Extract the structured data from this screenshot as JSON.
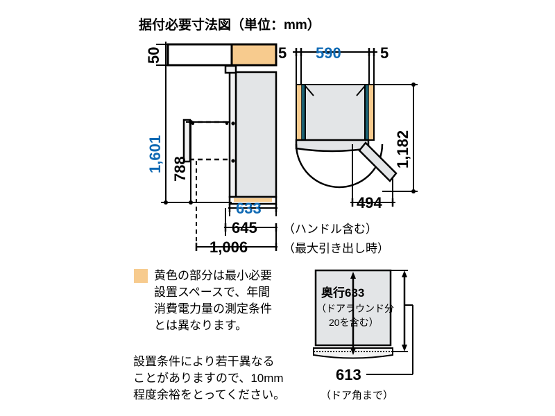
{
  "title": "据付必要寸法図（単位：mm）",
  "colors": {
    "accent_blue": "#0f6ab4",
    "min_space_fill": "#f7cb8e",
    "body_gray": "#e3e5e7",
    "side_teal": "#1d6273",
    "line": "#000000"
  },
  "side_view": {
    "name": "side-elevation",
    "dim_top_clearance": "50",
    "dim_total_height": "1,601",
    "dim_drawer_height": "788",
    "dim_depth_body": "633",
    "dim_depth_handle": "645",
    "dim_depth_handle_note": "（ハンドル含む）",
    "dim_depth_max": "1,006",
    "dim_depth_max_note": "（最大引き出し時）"
  },
  "top_view": {
    "name": "plan-view",
    "dim_left_clearance": "5",
    "dim_width": "590",
    "dim_right_clearance": "5",
    "dim_swing_depth": "1,182",
    "dim_door_offset": "494"
  },
  "legend": {
    "swatch_name": "min-space-swatch",
    "lines": [
      "黄色の部分は最小必要",
      "設置スペースで、年間",
      "消費電力量の測定条件",
      "とは異なります。"
    ]
  },
  "footnote": {
    "lines": [
      "設置条件により若干異なる",
      "ことがありますので、10mm",
      "程度余裕をとってください。"
    ]
  },
  "depth_view": {
    "name": "depth-detail",
    "label_main": "奥行633",
    "label_sub1": "（ドアラウンド分",
    "label_sub2": "20を含む）",
    "dim_door_corner": "613",
    "dim_door_corner_note": "（ドア角まで）"
  }
}
